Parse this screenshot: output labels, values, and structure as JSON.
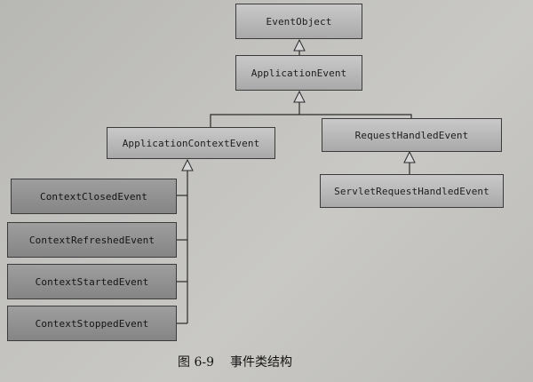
{
  "diagram": {
    "nodes": {
      "event_object": "EventObject",
      "application_event": "ApplicationEvent",
      "application_context_event": "ApplicationContextEvent",
      "request_handled_event": "RequestHandledEvent",
      "servlet_request_handled_event": "ServletRequestHandledEvent",
      "context_closed_event": "ContextClosedEvent",
      "context_refreshed_event": "ContextRefreshedEvent",
      "context_started_event": "ContextStartedEvent",
      "context_stopped_event": "ContextStoppedEvent"
    },
    "edges": [
      {
        "from": "application_event",
        "to": "event_object"
      },
      {
        "from": "application_context_event",
        "to": "application_event"
      },
      {
        "from": "request_handled_event",
        "to": "application_event"
      },
      {
        "from": "servlet_request_handled_event",
        "to": "request_handled_event"
      },
      {
        "from": "context_closed_event",
        "to": "application_context_event"
      },
      {
        "from": "context_refreshed_event",
        "to": "application_context_event"
      },
      {
        "from": "context_started_event",
        "to": "application_context_event"
      },
      {
        "from": "context_stopped_event",
        "to": "application_context_event"
      }
    ]
  },
  "caption": {
    "number": "图 6-9",
    "text": "事件类结构"
  }
}
